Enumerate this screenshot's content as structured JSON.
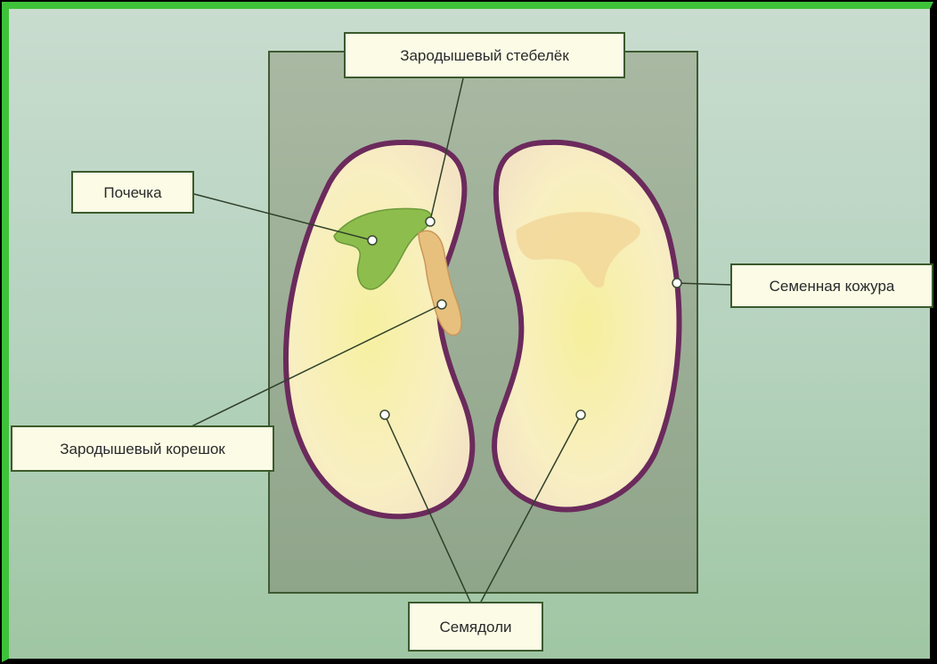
{
  "labels": {
    "stem": "Зародышевый стебелёк",
    "bud": "Почечка",
    "seed_coat": "Семенная кожура",
    "root": "Зародышевый корешок",
    "cotyledons": "Семядоли"
  },
  "colors": {
    "frame_green": "#3ec23a",
    "background": "#b9d4c2",
    "inner_panel": "#9aae8f",
    "seed_outline": "#6b2a5c",
    "seed_fill": "#f7efb0",
    "bud_green": "#7fb347",
    "root_tan": "#e5b979"
  }
}
